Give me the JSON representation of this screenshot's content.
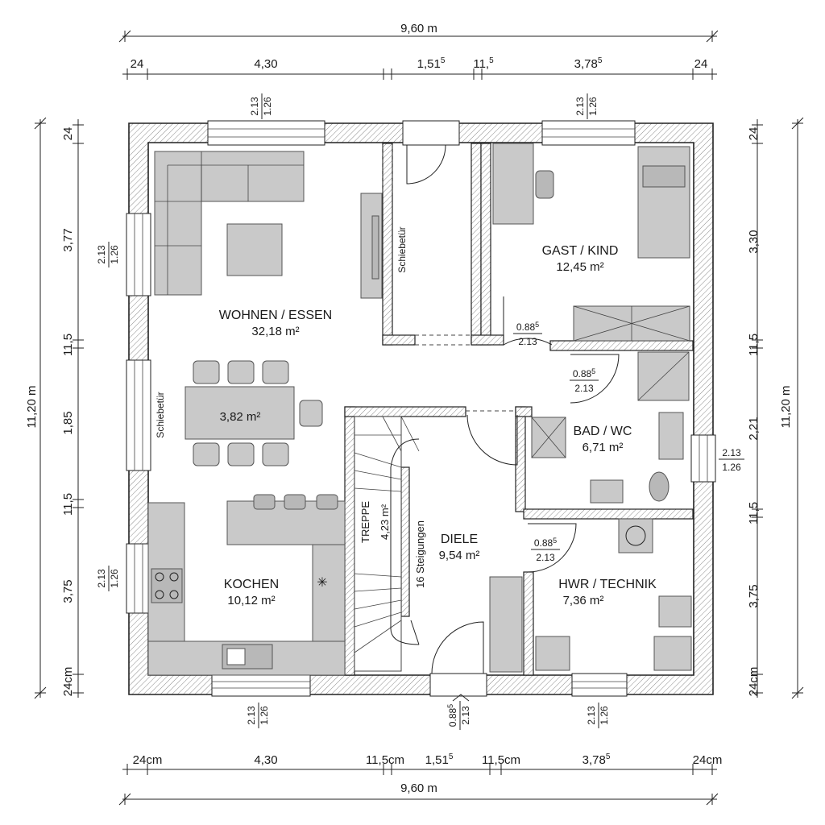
{
  "rooms": {
    "wohnen": {
      "name": "WOHNEN / ESSEN",
      "area": "32,18 m²"
    },
    "tisch": {
      "area": "3,82 m²"
    },
    "kochen": {
      "name": "KOCHEN",
      "area": "10,12 m²"
    },
    "gast": {
      "name": "GAST / KIND",
      "area": "12,45 m²"
    },
    "bad": {
      "name": "BAD / WC",
      "area": "6,71 m²"
    },
    "diele": {
      "name": "DIELE",
      "area": "9,54 m²"
    },
    "hwr": {
      "name": "HWR / TECHNIK",
      "area": "7,36 m²"
    },
    "treppe": {
      "name": "TREPPE",
      "area": "4,23 m²",
      "steps": "16 Steigungen"
    }
  },
  "labels": {
    "schiebetuer": "Schiebetür",
    "schiebetuer_left": "Schiebetür",
    "cooktop_symbol": "✳"
  },
  "dims": {
    "top_total": "9,60 m",
    "top_24a": "24",
    "top_430": "4,30",
    "top_151": "1,51",
    "top_151_sup": "5",
    "top_115": "11,",
    "top_115_sup": "5",
    "top_378": "3,78",
    "top_378_sup": "5",
    "top_24b": "24",
    "bot_24a": "24cm",
    "bot_430": "4,30",
    "bot_115a": "11,5cm",
    "bot_151": "1,51",
    "bot_151_sup": "5",
    "bot_115b": "11,5cm",
    "bot_378": "3,78",
    "bot_378_sup": "5",
    "bot_24b": "24cm",
    "bot_total": "9,60 m",
    "left_total": "11,20 m",
    "left_24": "24",
    "left_377": "3,77",
    "left_115a": "11,5",
    "left_185": "1,85",
    "left_115b": "11,5",
    "left_375": "3,75",
    "left_24cm": "24cm",
    "right_total": "11,20 m",
    "right_24": "24",
    "right_330": "3,30",
    "right_115a": "11,5",
    "right_221": "2,21",
    "right_115b": "11,5",
    "right_375": "3,75",
    "right_24cm": "24cm"
  },
  "openings": {
    "win_213": "2.13",
    "win_126": "1.26",
    "door_0885": "0.88",
    "door_0885_sup": "5",
    "door_213": "2.13"
  }
}
